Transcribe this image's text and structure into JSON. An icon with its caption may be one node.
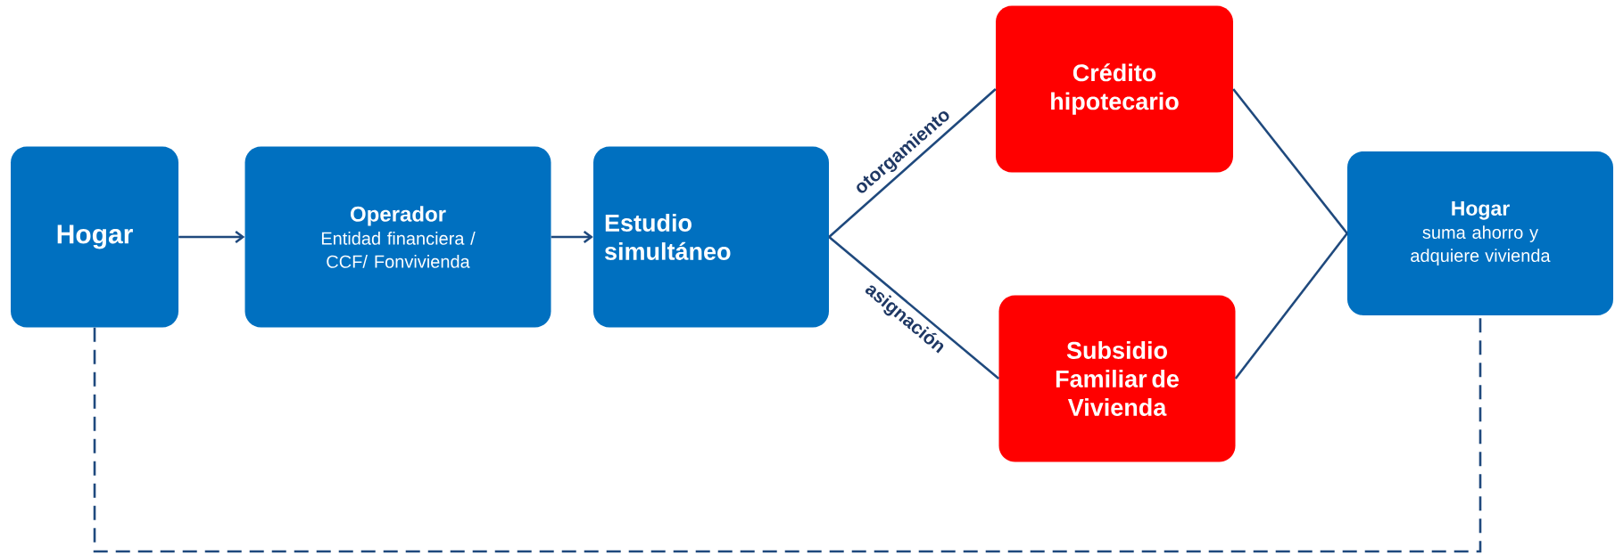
{
  "diagram": {
    "nodes": [
      {
        "text": [
          "Hogar"
        ]
      },
      {
        "text": [
          "Operador",
          "Entidad financiera / CCF/ Fonvivienda"
        ]
      },
      {
        "text": [
          "Estudio simultáneo"
        ]
      },
      {
        "text": [
          "Crédito hipotecario"
        ]
      },
      {
        "text": [
          "Subsidio Familiar de Vivienda"
        ]
      },
      {
        "text": [
          "Hogar",
          "suma ahorro y adquiere vivienda"
        ]
      }
    ],
    "edges": [
      {
        "from": 0,
        "to": 1,
        "arrow": "to"
      },
      {
        "from": 1,
        "to": 2,
        "arrow": "to"
      },
      {
        "from": 2,
        "to": 3,
        "arrow": "none",
        "label": "otorgamiento"
      },
      {
        "from": 2,
        "to": 4,
        "arrow": "none",
        "label": "asignación"
      },
      {
        "from": 3,
        "to": 5,
        "arrow": "none"
      },
      {
        "from": 4,
        "to": 5,
        "arrow": "none"
      },
      {
        "from": 0,
        "to": 5,
        "arrow": "none",
        "style": "dashed"
      }
    ]
  }
}
